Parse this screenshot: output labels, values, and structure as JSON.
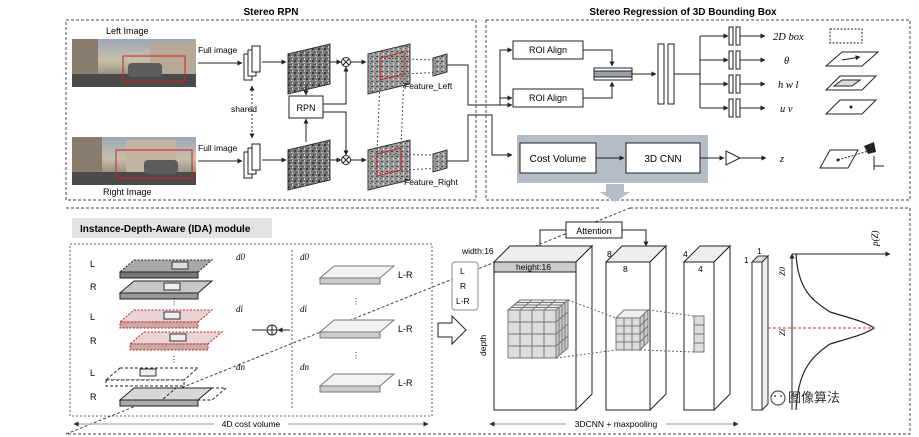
{
  "rpn": {
    "title": "Stereo RPN",
    "left_image_label": "Left Image",
    "right_image_label": "Right Image",
    "full_image_top": "Full image",
    "full_image_bottom": "Full image",
    "shared_label": "shared",
    "rpn_label": "RPN",
    "feature_left": "Feature_Left",
    "feature_right": "Feature_Right"
  },
  "regression": {
    "title": "Stereo Regression of 3D Bounding Box",
    "roi_align_top": "ROI Align",
    "roi_align_bottom": "ROI Align",
    "cost_volume": "Cost Volume",
    "cnn_3d": "3D CNN",
    "outputs": [
      "2D box",
      "θ",
      "h w l",
      "u v",
      "z"
    ]
  },
  "ida": {
    "title": "Instance-Depth-Aware (IDA) module",
    "row_labels": [
      "L",
      "R",
      "L",
      "R",
      "L",
      "R"
    ],
    "d_labels": [
      "d0",
      "di",
      "dn"
    ],
    "mid_d_labels": [
      "d0",
      "di",
      "dn"
    ],
    "lr_labels": [
      "L-R",
      "L-R",
      "L-R"
    ],
    "cost_volume_caption": "4D cost volume",
    "legend": [
      "L",
      "R",
      "L-R"
    ],
    "width_label": "width:16",
    "height_label": "height:16",
    "depth_label": "depth",
    "attention": "Attention",
    "channel_labels": [
      "8",
      "8",
      "4",
      "4"
    ],
    "one_labels": [
      "1",
      "1"
    ],
    "cnn_caption": "3DCNN + maxpooling",
    "pz_label": "p(Z)",
    "z0_label": "Z0",
    "zi_label": "Zi",
    "watermark": "图像算法"
  },
  "colors": {
    "roi_red": "#cc2222",
    "highlight_bar": "#b4bcc8",
    "arrow": "#222222",
    "dashed_border": "#444444",
    "curve_red": "#dd3333"
  }
}
